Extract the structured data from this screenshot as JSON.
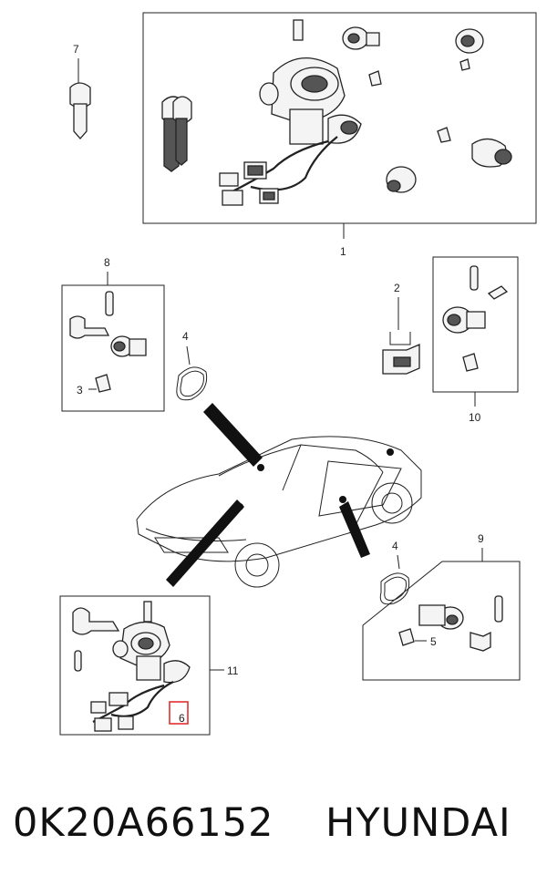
{
  "callouts": {
    "c1": "1",
    "c2": "2",
    "c3": "3",
    "c4a": "4",
    "c4b": "4",
    "c5": "5",
    "c6": "6",
    "c7": "7",
    "c8": "8",
    "c9": "9",
    "c10": "10",
    "c11": "11"
  },
  "caption": {
    "part_number": "0K20A66152",
    "brand": "HYUNDAI"
  },
  "colors": {
    "line": "#222222",
    "highlight": "#e03030"
  },
  "icons": [
    "key-icon",
    "ignition-lock-icon",
    "door-lock-cylinder-icon",
    "trunk-lock-icon",
    "connector-icon",
    "retainer-clip-icon",
    "gasket-icon",
    "car-body-icon"
  ]
}
